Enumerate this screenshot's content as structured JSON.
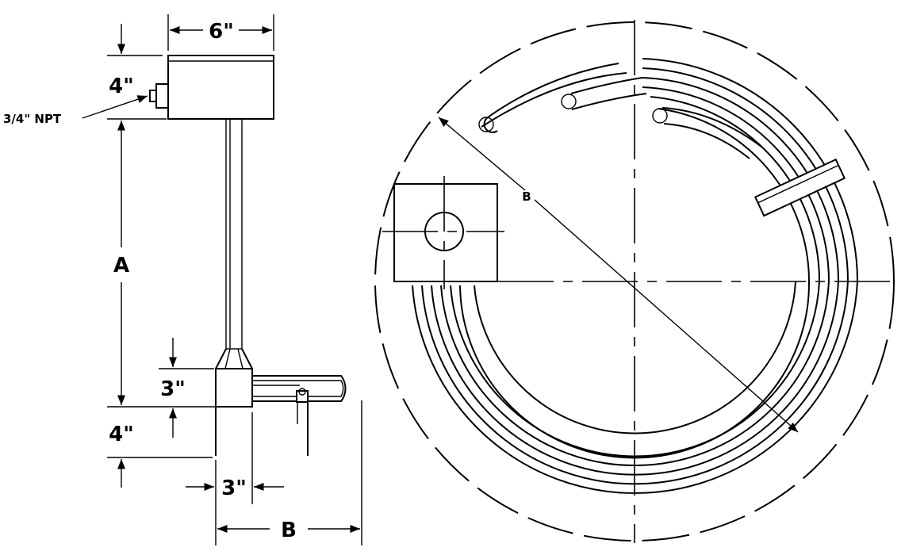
{
  "side_view": {
    "width_top": "6\"",
    "height_box": "4\"",
    "conduit_port": "3/4\" NPT",
    "length": "A",
    "block_height": "3\"",
    "tail_height": "4\"",
    "block_width": "3\"",
    "reach": "B"
  },
  "top_view": {
    "diameter": "B"
  }
}
